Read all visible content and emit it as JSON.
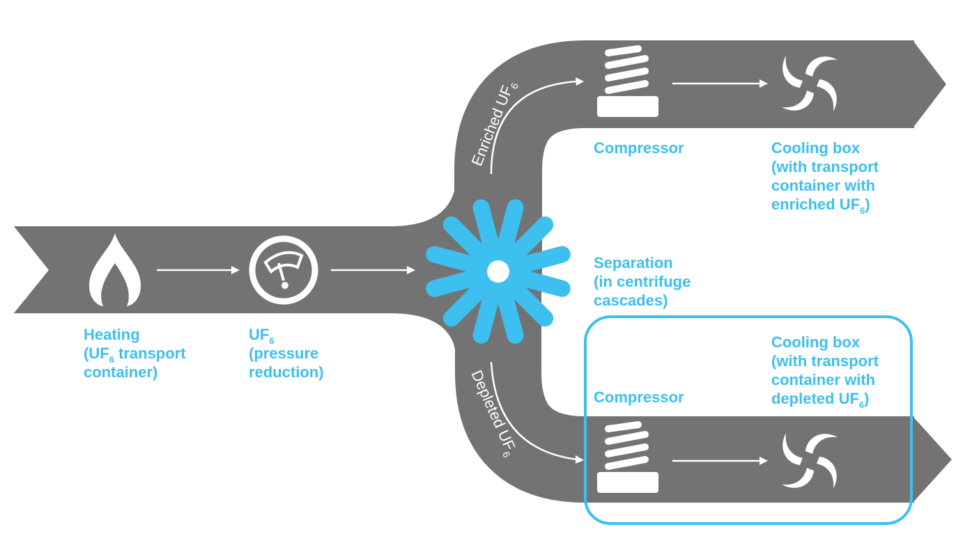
{
  "colors": {
    "track": "#737373",
    "accent": "#3dbfef",
    "icon": "#ffffff"
  },
  "steps": {
    "heating": {
      "icon": "flame-icon",
      "line1": "Heating",
      "line2a": "(UF",
      "line2sub": "6",
      "line2b": " transport",
      "line3": "container)"
    },
    "pressure": {
      "icon": "gauge-icon",
      "line1a": "UF",
      "line1sub": "6",
      "line2": "(pressure",
      "line3": "reduction)"
    },
    "separation": {
      "icon": "centrifuge-icon",
      "line1": "Separation",
      "line2": "(in centrifuge",
      "line3": "cascades)"
    },
    "enriched_compressor": {
      "icon": "compressor-icon",
      "label": "Compressor"
    },
    "enriched_cooling": {
      "icon": "cooling-fan-icon",
      "line1": "Cooling box",
      "line2": "(with transport",
      "line3": "container with",
      "line4a": "enriched UF",
      "line4sub": "6",
      "line4b": ")"
    },
    "depleted_compressor": {
      "icon": "compressor-icon",
      "label": "Compressor"
    },
    "depleted_cooling": {
      "icon": "cooling-fan-icon",
      "line1": "Cooling box",
      "line2": "(with transport",
      "line3": "container with",
      "line4a": "depleted UF",
      "line4sub": "6",
      "line4b": ")"
    }
  },
  "flows": {
    "enriched": {
      "text": "Enriched UF",
      "sub": "6"
    },
    "depleted": {
      "text": "Depleted UF",
      "sub": "6"
    }
  },
  "highlight": {
    "target": "depleted-branch"
  }
}
